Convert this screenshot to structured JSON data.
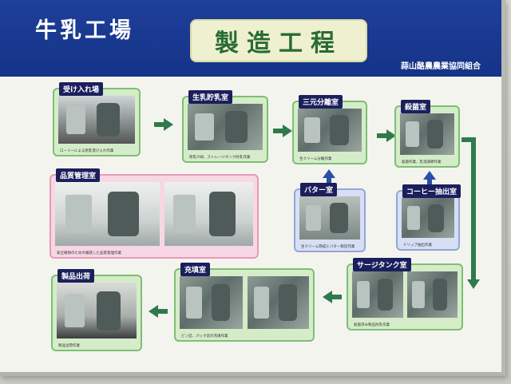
{
  "header": {
    "brand": "牛乳工場",
    "banner": "製造工程",
    "org": "蒜山酪農農業協同組合"
  },
  "stages": {
    "receiving": {
      "label": "受け入れ場",
      "caption": "ローリーによる原乳受け入れ作業"
    },
    "storage": {
      "label": "生乳貯乳室",
      "caption": "原乳冷却、ストレージタンク貯乳作業"
    },
    "separator": {
      "label": "三元分離室",
      "caption": "生クリーム分離作業"
    },
    "sterilizer": {
      "label": "殺菌室",
      "caption": "殺菌作業、乳温調節作業"
    },
    "quality": {
      "label": "品質管理室",
      "caption": "安全確保のための徹底した品質管理作業"
    },
    "butter": {
      "label": "バター室",
      "caption": "生クリーム熟成とバター製造作業"
    },
    "coffee": {
      "label": "コーヒー抽出室",
      "caption": "ドリップ抽出作業"
    },
    "surge": {
      "label": "サージタンク室",
      "caption": "殺菌済み製品貯乳作業"
    },
    "filling": {
      "label": "充填室",
      "caption": "ビン詰、パック詰の充填作業"
    },
    "shipping": {
      "label": "製品出荷",
      "caption": "製品出荷作業"
    }
  },
  "colors": {
    "header_blue": "#1b3a93",
    "banner_text": "#2a6b35",
    "stage_green": "#7dbf73",
    "stage_pink": "#e69ab8",
    "stage_blue": "#92a6d9",
    "arrow_green": "#2f7a4c",
    "arrow_blue": "#2a4fa6"
  }
}
